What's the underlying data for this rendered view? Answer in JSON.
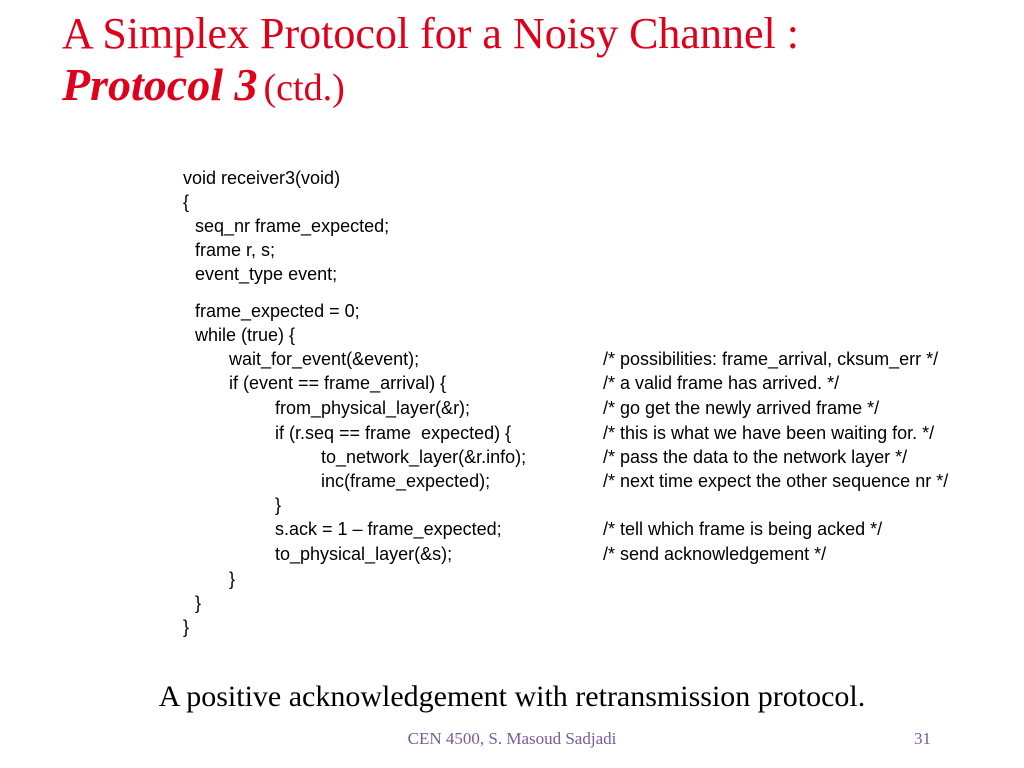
{
  "title": {
    "line1": "A Simplex Protocol for a Noisy Channel :",
    "protocol": "Protocol 3",
    "ctd": "(ctd.)"
  },
  "code": {
    "lines": [
      "void receiver3(void)",
      "{",
      "seq_nr frame_expected;",
      "frame r, s;",
      "event_type event;",
      "frame_expected = 0;",
      "while (true) {",
      "wait_for_event(&event);",
      "if (event == frame_arrival) {",
      "from_physical_layer(&r);",
      "if (r.seq == frame  expected) {",
      "to_network_layer(&r.info);",
      "inc(frame_expected);",
      "}",
      "s.ack = 1 – frame_expected;",
      "to_physical_layer(&s);",
      "}",
      "}",
      "}"
    ],
    "comments": [
      "/* possibilities: frame_arrival, cksum_err */",
      "/* a valid frame has arrived. */",
      "/* go get the newly arrived frame */",
      "/* this is what we have been waiting for. */",
      "/* pass the data to the network layer */",
      "/* next time expect the other sequence nr */",
      "/* tell which frame is being acked */",
      "/* send acknowledgement */"
    ]
  },
  "caption": "A positive acknowledgement with retransmission protocol.",
  "footer": {
    "course": "CEN 4500, S. Masoud Sadjadi",
    "page": "31"
  },
  "colors": {
    "title": "#e0001b",
    "footer": "#7a5a9a"
  }
}
